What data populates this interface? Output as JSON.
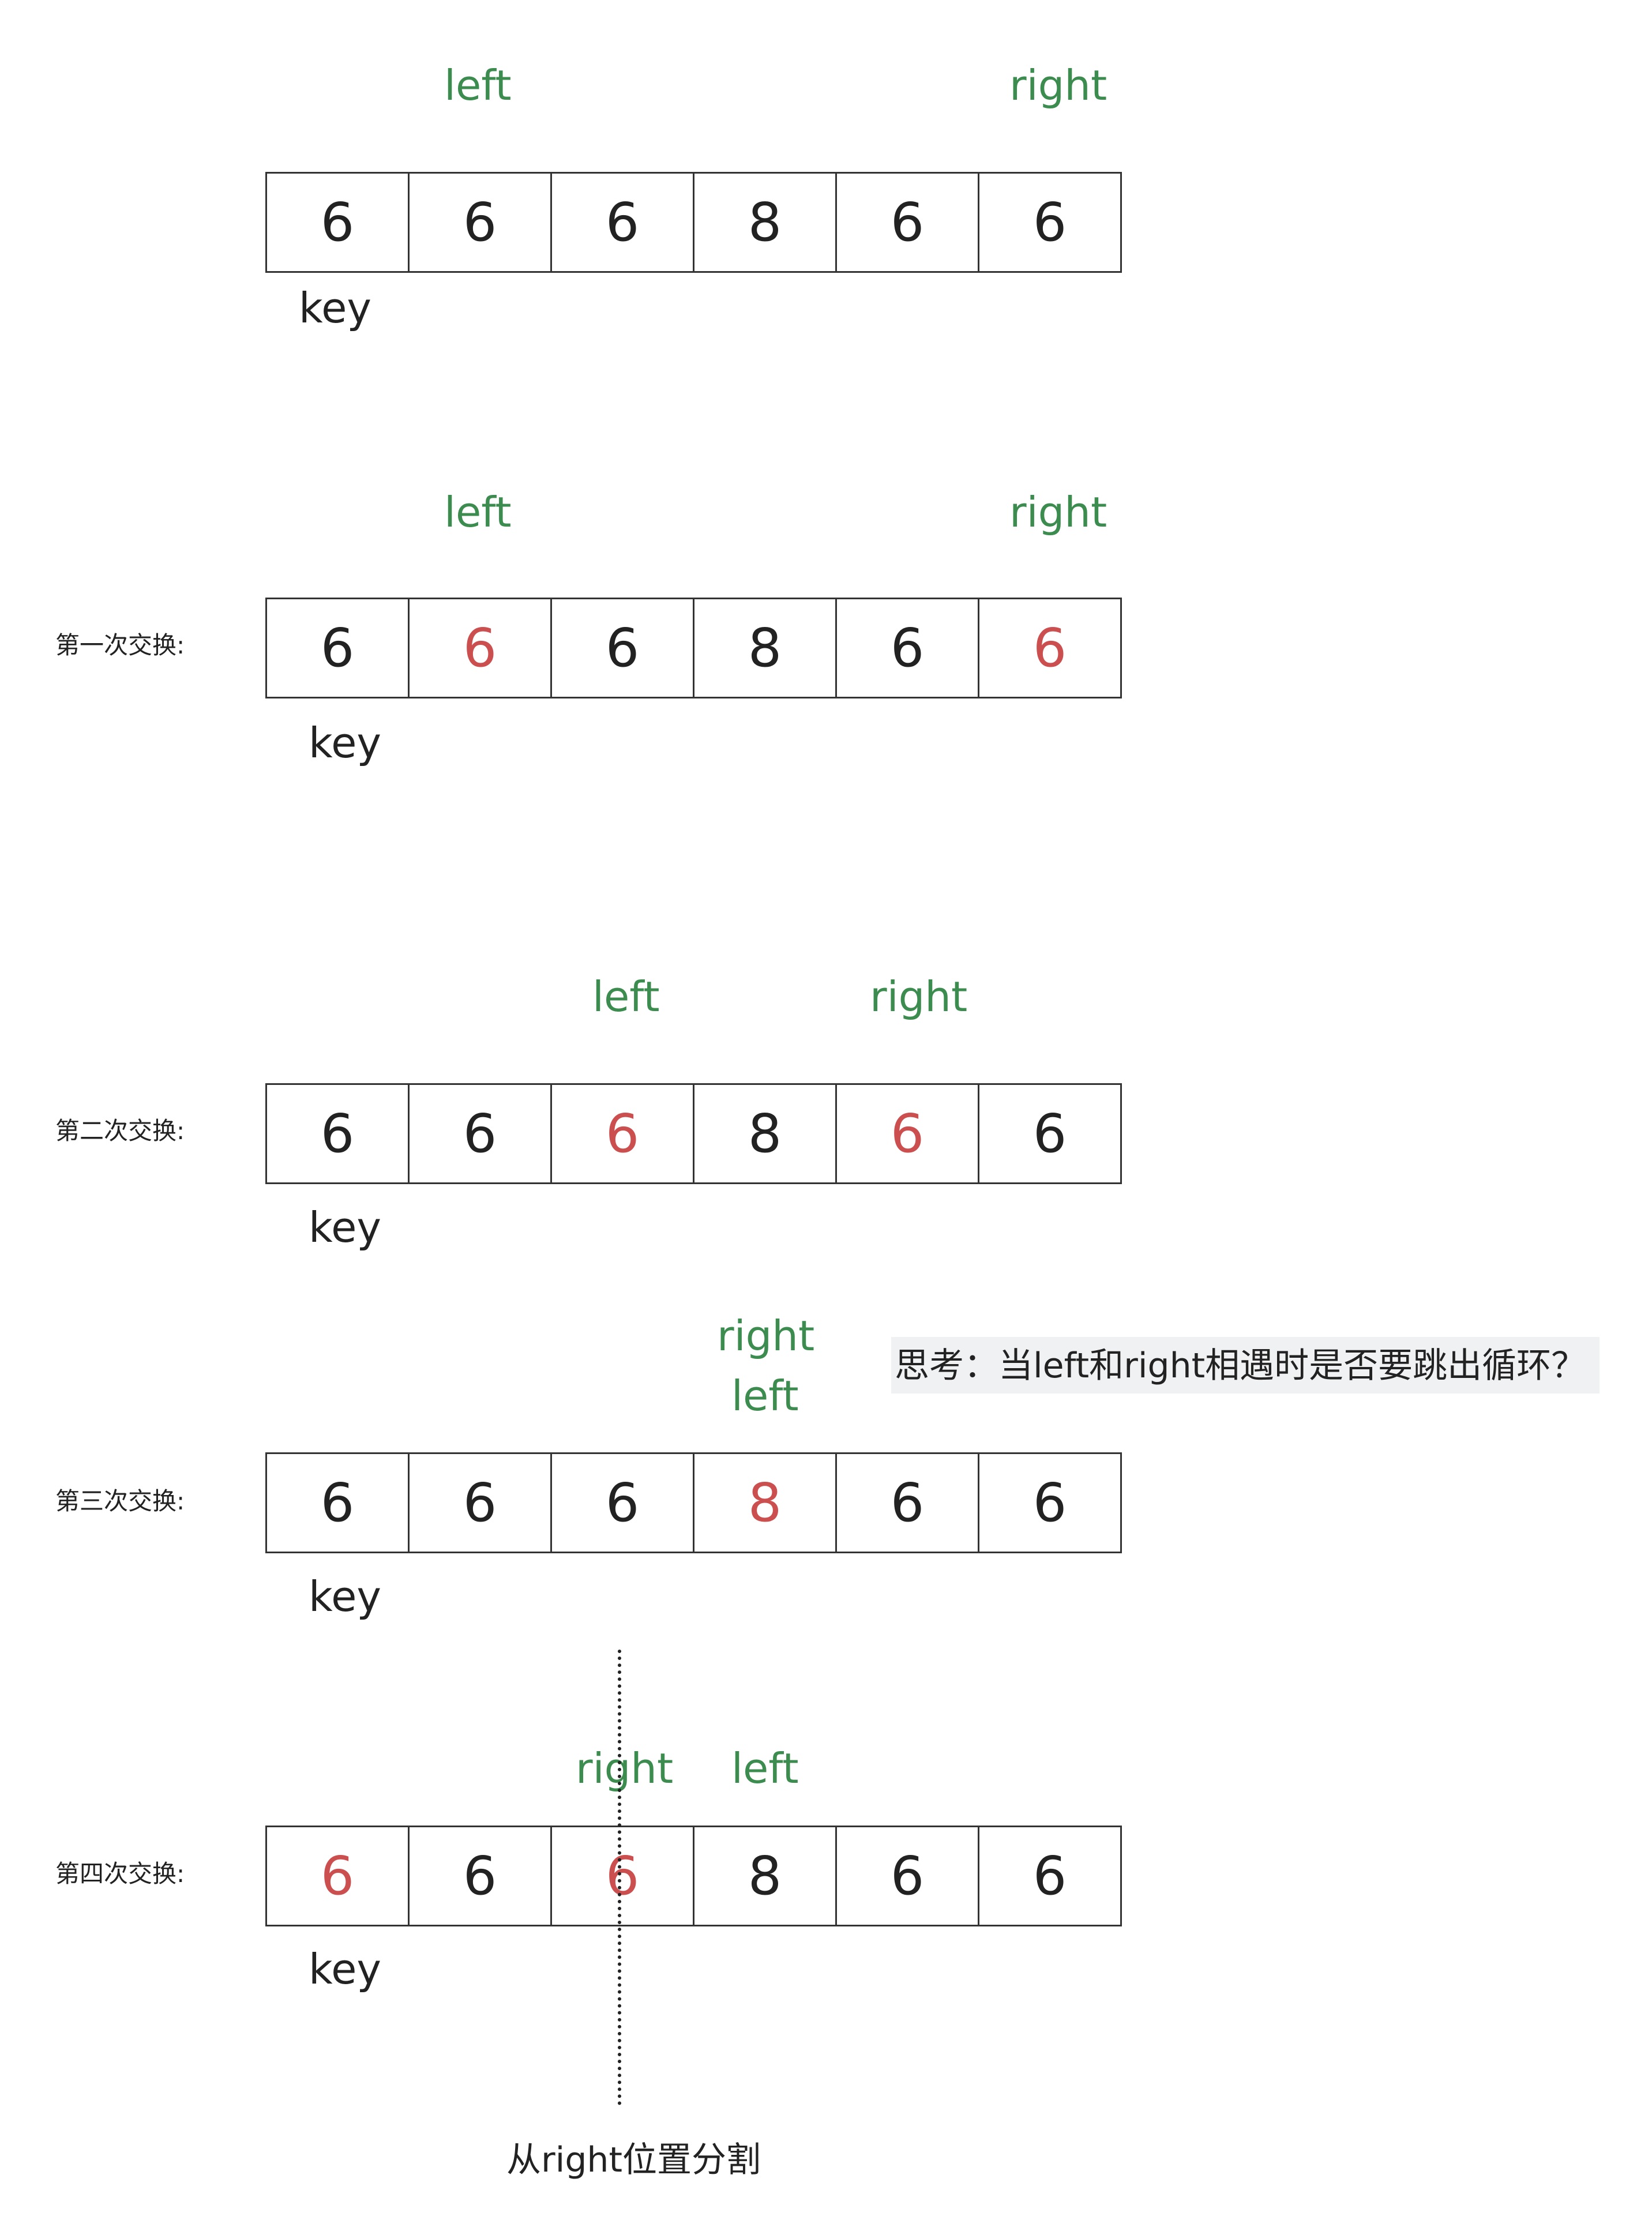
{
  "labels": {
    "left": "left",
    "right": "right",
    "key": "key"
  },
  "steps": [
    {
      "side_label": "",
      "values": [
        "6",
        "6",
        "6",
        "8",
        "6",
        "6"
      ],
      "highlight": []
    },
    {
      "side_label": "第一次交换:",
      "values": [
        "6",
        "6",
        "6",
        "8",
        "6",
        "6"
      ],
      "highlight": [
        1,
        5
      ]
    },
    {
      "side_label": "第二次交换:",
      "values": [
        "6",
        "6",
        "6",
        "8",
        "6",
        "6"
      ],
      "highlight": [
        2,
        4
      ]
    },
    {
      "side_label": "第三次交换:",
      "values": [
        "6",
        "6",
        "6",
        "8",
        "6",
        "6"
      ],
      "highlight": [
        3
      ]
    },
    {
      "side_label": "第四次交换:",
      "values": [
        "6",
        "6",
        "6",
        "8",
        "6",
        "6"
      ],
      "highlight": [
        0,
        2
      ]
    }
  ],
  "note": "思考：当left和right相遇时是否要跳出循环？",
  "split_caption": "从right位置分割",
  "colors": {
    "pointer": "#3d8c4f",
    "highlight": "#cc4f4f",
    "text": "#222222",
    "note_bg": "#f0f1f3"
  }
}
